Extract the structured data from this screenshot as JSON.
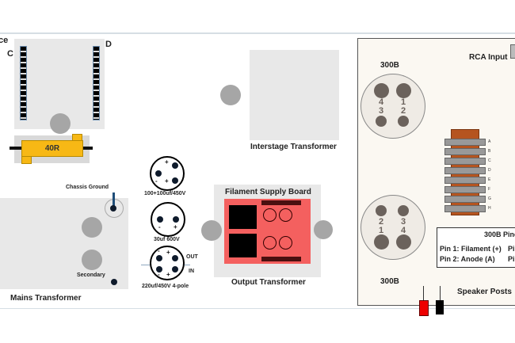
{
  "choke": {
    "label_partial": "ce",
    "left_label": "C",
    "right_label": "D"
  },
  "resistor": {
    "label": "40R"
  },
  "capacitors": [
    {
      "label": "100+100uf/450V"
    },
    {
      "label": "30uf 600V"
    },
    {
      "label": "220uf/450V  4-pole",
      "out": "OUT",
      "in": "IN"
    }
  ],
  "interstage": {
    "label": "Interstage Transformer"
  },
  "filament": {
    "title": "Filament Supply Board"
  },
  "output": {
    "label": "Output Transformer"
  },
  "mains": {
    "label": "Mains Transformer",
    "chassis_ground": "Chassis Ground",
    "secondary": "Secondary"
  },
  "panel": {
    "rca": "RCA Input",
    "tube1": {
      "label": "300B",
      "pins": [
        "4",
        "1",
        "3",
        "2"
      ]
    },
    "tube2": {
      "label": "300B",
      "pins": [
        "2",
        "3",
        "1",
        "4"
      ]
    },
    "strip_letters": [
      "A",
      "B",
      "C",
      "D",
      "E",
      "F",
      "G",
      "H"
    ],
    "pinout": {
      "title": "300B Pino",
      "lines": [
        "Pin 1: Filament (+)",
        "Pin 2: Anode (A)"
      ],
      "right": [
        "Pi",
        "Pi"
      ]
    },
    "speaker": "Speaker Posts"
  },
  "colors": {
    "resistor": "#f7b815",
    "board": "#f4605f",
    "strip": "#b5541f"
  }
}
